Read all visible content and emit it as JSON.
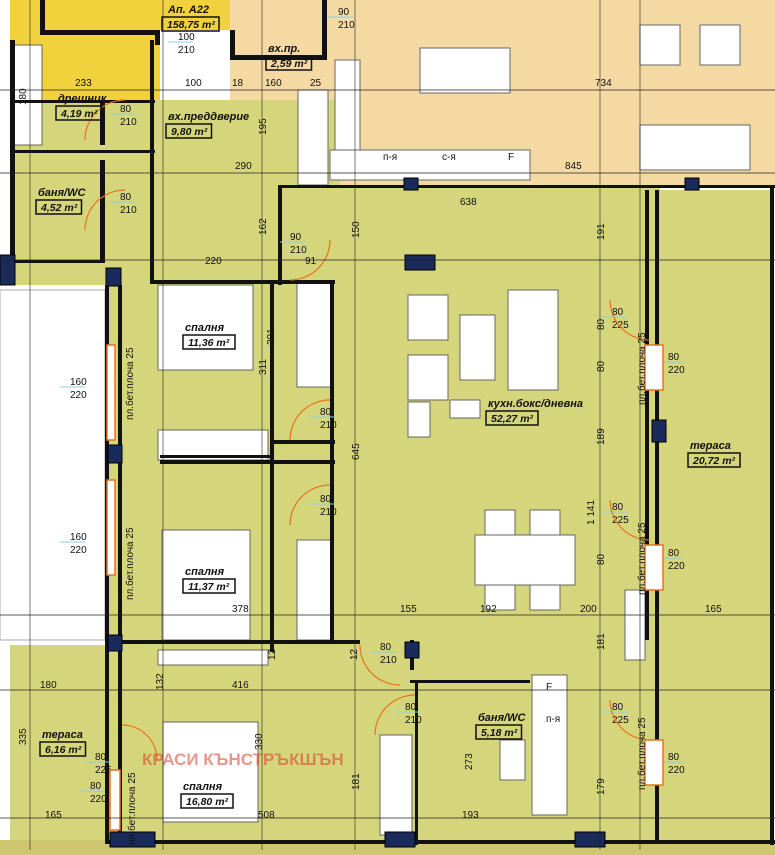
{
  "plan": {
    "apartment": {
      "name": "Ап. А22",
      "area": "158,75 m²"
    },
    "watermark": "КРАСИ КЪНСТРЪКШЪН",
    "rooms": [
      {
        "name": "вх.пр.",
        "area": "2,59 m²"
      },
      {
        "name": "дрешник",
        "area": "4,19 m²"
      },
      {
        "name": "вх.преддверие",
        "area": "9,80 m²"
      },
      {
        "name": "баня/WC",
        "area": "4,52 m²"
      },
      {
        "name": "спалня",
        "area": "11,36 m²"
      },
      {
        "name": "кухн.бокс/дневна",
        "area": "52,27 m²"
      },
      {
        "name": "тераса",
        "area": "20,72 m²"
      },
      {
        "name": "спалня",
        "area": "11,37 m²"
      },
      {
        "name": "баня/WC",
        "area": "5,18 m²"
      },
      {
        "name": "тераса",
        "area": "6,16 m²"
      },
      {
        "name": "спалня",
        "area": "16,80 m²"
      }
    ],
    "dimensions": [
      "233",
      "100",
      "18",
      "160",
      "25",
      "734",
      "290",
      "845",
      "638",
      "220",
      "91",
      "180",
      "195",
      "162",
      "150",
      "191",
      "201",
      "311",
      "645",
      "189",
      "1 141",
      "155",
      "192",
      "200",
      "165",
      "378",
      "416",
      "180",
      "165",
      "508",
      "193",
      "335",
      "330",
      "181",
      "181",
      "179",
      "273",
      "132",
      "12",
      "12",
      "80",
      "80",
      "80"
    ],
    "doors": [
      {
        "w": "90",
        "h": "210"
      },
      {
        "w": "100",
        "h": "210"
      },
      {
        "w": "80",
        "h": "210"
      },
      {
        "w": "80",
        "h": "210"
      },
      {
        "w": "90",
        "h": "210"
      },
      {
        "w": "80",
        "h": "210"
      },
      {
        "w": "80",
        "h": "210"
      },
      {
        "w": "80",
        "h": "210"
      },
      {
        "w": "80",
        "h": "210"
      },
      {
        "w": "80",
        "h": "225"
      },
      {
        "w": "80",
        "h": "220"
      },
      {
        "w": "80",
        "h": "225"
      },
      {
        "w": "80",
        "h": "220"
      },
      {
        "w": "80",
        "h": "225"
      },
      {
        "w": "80",
        "h": "220"
      },
      {
        "w": "160",
        "h": "220"
      },
      {
        "w": "160",
        "h": "220"
      },
      {
        "w": "80",
        "h": "225"
      },
      {
        "w": "80",
        "h": "220"
      }
    ],
    "slab_label": "пл.бет.плоча 25",
    "kitchen_labels": [
      "п-я",
      "с-я",
      "F",
      "п-я",
      "F"
    ],
    "colors": {
      "room": "#d5d57c",
      "neighbor": "#f2d23c",
      "corridor": "#f5d9a2",
      "wall": "#111111",
      "door": "#e8741e"
    }
  }
}
